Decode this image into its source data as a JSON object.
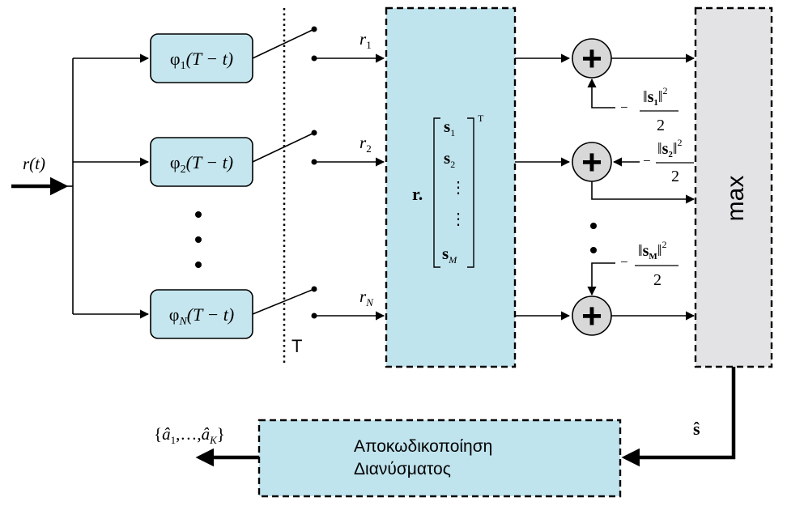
{
  "input_signal": "r(t)",
  "sampler_label": "T",
  "filters": [
    {
      "prefix": "φ",
      "sub": "1",
      "arg": "(T − t)"
    },
    {
      "prefix": "φ",
      "sub": "2",
      "arg": "(T − t)"
    },
    {
      "prefix": "φ",
      "sub": "N",
      "arg": "(T − t)"
    }
  ],
  "samples": [
    {
      "base": "r",
      "sub": "1"
    },
    {
      "base": "r",
      "sub": "2"
    },
    {
      "base": "r",
      "sub": "N"
    }
  ],
  "correlator": {
    "r_symbol": "r.",
    "transpose": "T",
    "rows": [
      {
        "base": "s",
        "sub": "1"
      },
      {
        "base": "s",
        "sub": "2"
      },
      {
        "base": "⋮",
        "sub": ""
      },
      {
        "base": "⋮",
        "sub": ""
      },
      {
        "base": "s",
        "sub": "M"
      }
    ]
  },
  "adder_symbol": "+",
  "energy_terms": [
    {
      "minus": "−",
      "norm_open": "‖",
      "base": "s",
      "sub": "1",
      "norm_close": "‖",
      "power": "2",
      "denominator": "2"
    },
    {
      "minus": "−",
      "norm_open": "‖",
      "base": "s",
      "sub": "2",
      "norm_close": "‖",
      "power": "2",
      "denominator": "2"
    },
    {
      "minus": "−",
      "norm_open": "‖",
      "base": "s",
      "sub": "M",
      "norm_close": "‖",
      "power": "2",
      "denominator": "2"
    }
  ],
  "max_block": "max",
  "decision_vector": "ŝ",
  "decoder": {
    "line1": "Αποκωδικοποίηση",
    "line2": "Διανύσματος"
  },
  "output": {
    "open": "{",
    "first": "â",
    "first_sub": "1",
    "sep": ",…,",
    "last": "â",
    "last_sub": "K",
    "close": "}"
  },
  "colors": {
    "filter_fill": "#c5e6ef",
    "correlator_fill": "#c0e4ee",
    "max_fill": "#e3e3e5",
    "decoder_fill": "#c0e4ee",
    "adder_fill": "#d8d8d8",
    "stroke": "#000000"
  }
}
